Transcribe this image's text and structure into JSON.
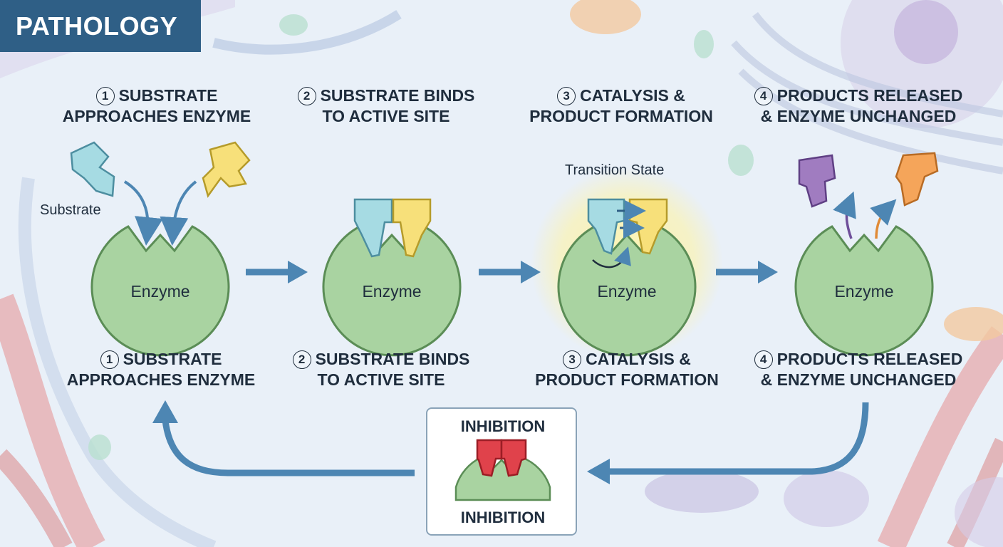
{
  "badge": "PATHOLOGY",
  "steps_top": [
    {
      "num": "1",
      "line1": "SUBSTRATE",
      "line2": "APPROACHES ENZYME"
    },
    {
      "num": "2",
      "line1": "SUBSTRATE BINDS",
      "line2": "TO ACTIVE SITE"
    },
    {
      "num": "3",
      "line1": "CATALYSIS &",
      "line2": "PRODUCT FORMATION"
    },
    {
      "num": "4",
      "line1": "PRODUCTS RELEASED",
      "line2": "& ENZYME UNCHANGED"
    }
  ],
  "steps_bottom": [
    {
      "num": "1",
      "line1": "SUBSTRATE",
      "line2": "APPROACHES ENZYME"
    },
    {
      "num": "2",
      "line1": "SUBSTRATE BINDS",
      "line2": "TO ACTIVE SITE"
    },
    {
      "num": "3",
      "line1": "CATALYSIS &",
      "line2": "PRODUCT FORMATION"
    },
    {
      "num": "4",
      "line1": "PRODUCTS RELEASED",
      "line2": "& ENZYME UNCHANGED"
    }
  ],
  "labels": {
    "substrate": "Substrate",
    "transition_state": "Transition State",
    "enzyme": [
      "Enzyme",
      "Enzyme",
      "Enzyme",
      "Enzyme"
    ]
  },
  "inhibition": {
    "top": "INHIBITION",
    "bottom": "INHIBITION"
  },
  "colors": {
    "badge": "#2f5f86",
    "enzyme": "#a9d3a1",
    "substrate_blue": "#a6dbe3",
    "substrate_yellow": "#f7e07a",
    "product_purple": "#a07cc0",
    "product_orange": "#f5a55a",
    "inhibitor": "#e0424b",
    "arrow": "#4d86b3"
  }
}
